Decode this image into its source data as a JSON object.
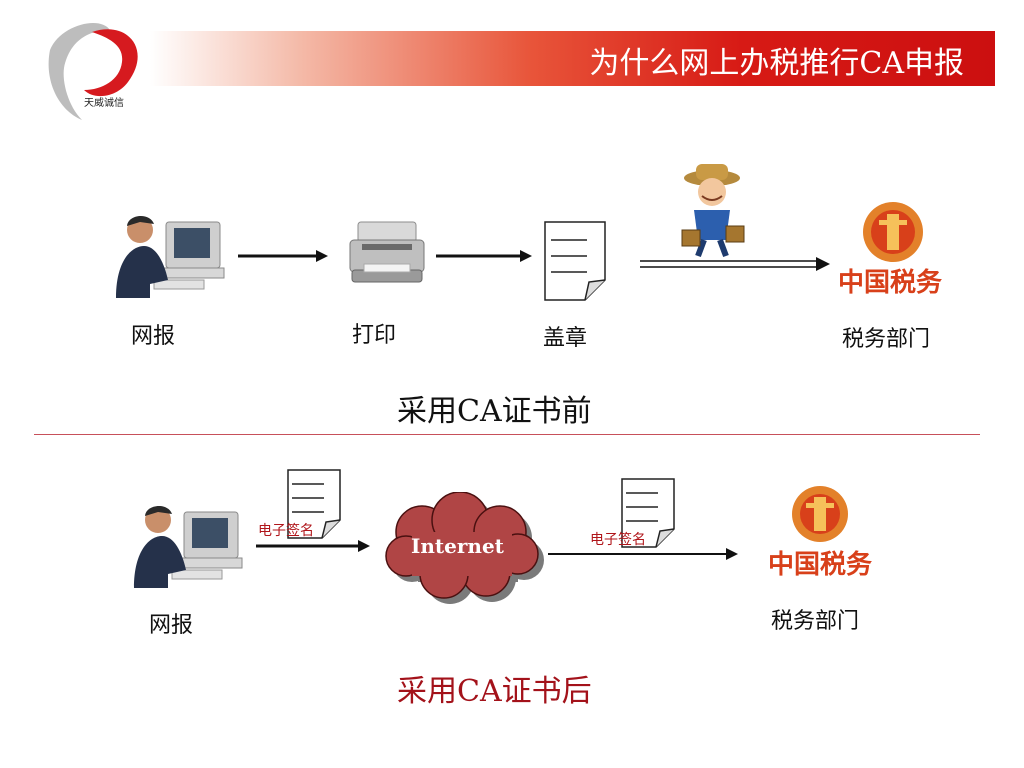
{
  "header": {
    "title": "为什么网上办税推行CA申报",
    "logo_text": "天威诚信"
  },
  "before": {
    "steps": [
      {
        "label": "网报",
        "icon": "computer-user-icon"
      },
      {
        "label": "打印",
        "icon": "printer-icon"
      },
      {
        "label": "盖章",
        "icon": "document-icon"
      },
      {
        "label": "税务部门",
        "icon": "china-tax-emblem-icon"
      }
    ],
    "courier_icon": "courier-man-icon",
    "caption": "采用CA证书前"
  },
  "after": {
    "steps": [
      {
        "label": "网报",
        "icon": "computer-user-icon"
      },
      {
        "label": "税务部门",
        "icon": "china-tax-emblem-icon"
      }
    ],
    "signature_label_1": "电子签名",
    "signature_label_2": "电子签名",
    "cloud_label": "Internet",
    "caption": "采用CA证书后"
  },
  "emblem_text": "中国税务",
  "colors": {
    "brand_red": "#cc0f10",
    "cloud_fill": "#b04545",
    "caption_after": "#a3121a",
    "emblem": "#d8401a"
  }
}
